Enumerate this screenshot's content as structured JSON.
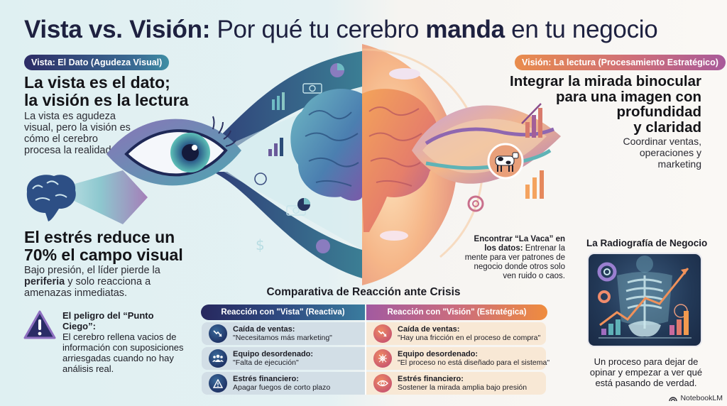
{
  "title": {
    "part1_bold": "Vista vs. Visión:",
    "part2": " Por qué tu cerebro ",
    "part3_bold": "manda",
    "part4": " en tu negocio"
  },
  "left": {
    "pill": "Vista: El Dato (Agudeza Visual)",
    "heading_line1": "La vista es el dato;",
    "heading_line2": "la visión es la lectura",
    "body": "La vista es agudeza visual, pero la visión es cómo el cerebro procesa la realidad.",
    "stress_heading_line1": "El estrés reduce un",
    "stress_heading_line2": "70% el campo visual",
    "stress_body_pre": "Bajo presión, el líder pierde la ",
    "stress_body_bold": "periferia",
    "stress_body_post": " y solo reacciona a amenazas inmediatas.",
    "blind_spot_title": "El peligro del “Punto Ciego”:",
    "blind_spot_body": "El cerebro rellena vacios de información con suposiciones arriesgadas cuando no hay análisis real."
  },
  "right": {
    "pill": "Visión: La lectura (Procesamiento Estratégico)",
    "heading_lines": [
      "Integrar la mirada binocular",
      "para una imagen con",
      "profundidad",
      "y claridad"
    ],
    "body_lines": [
      "Coordinar ventas,",
      "operaciones y",
      "marketing"
    ],
    "cow_caption_bold": "Encontrar “La Vaca” en los datos:",
    "cow_caption_body": " Entrenar la mente para ver patrones de negocio donde otros solo ven ruido o caos.",
    "xray_title": "La Radiografía de Negocio",
    "xray_caption": "Un proceso para dejar de opinar y empezar a ver qué está pasando de verdad."
  },
  "comparison": {
    "title": "Comparativa de Reacción ante Crisis",
    "left_header": "Reacción con \"Vista\" (Reactiva)",
    "right_header": "Reacción con \"Visión\" (Estratégica)",
    "left_rows": [
      {
        "icon": "trend-down-icon",
        "title": "Caída de ventas:",
        "text": "\"Necesitamos más marketing\""
      },
      {
        "icon": "team-icon",
        "title": "Equipo desordenado:",
        "text": "\"Falta de ejecución\""
      },
      {
        "icon": "warning-icon",
        "title": "Estrés financiero:",
        "text": "Apagar fuegos de corto plazo"
      }
    ],
    "right_rows": [
      {
        "icon": "trend-down-icon",
        "title": "Caída de ventas:",
        "text": "\"Hay una fricción en el proceso de compra\""
      },
      {
        "icon": "network-icon",
        "title": "Equipo desordenado:",
        "text": "\"El proceso no está diseñado para el sistema\""
      },
      {
        "icon": "eye-icon",
        "title": "Estrés financiero:",
        "text": "Sostener la mirada amplia bajo presión"
      }
    ]
  },
  "colors": {
    "navy": "#1e2140",
    "teal": "#3a7c9e",
    "purple": "#a25aa0",
    "orange": "#ef8c3e",
    "left_row_bg": "#d2dee6",
    "right_row_bg": "#f8e8d5"
  },
  "footer": {
    "brand": "NotebookLM"
  }
}
